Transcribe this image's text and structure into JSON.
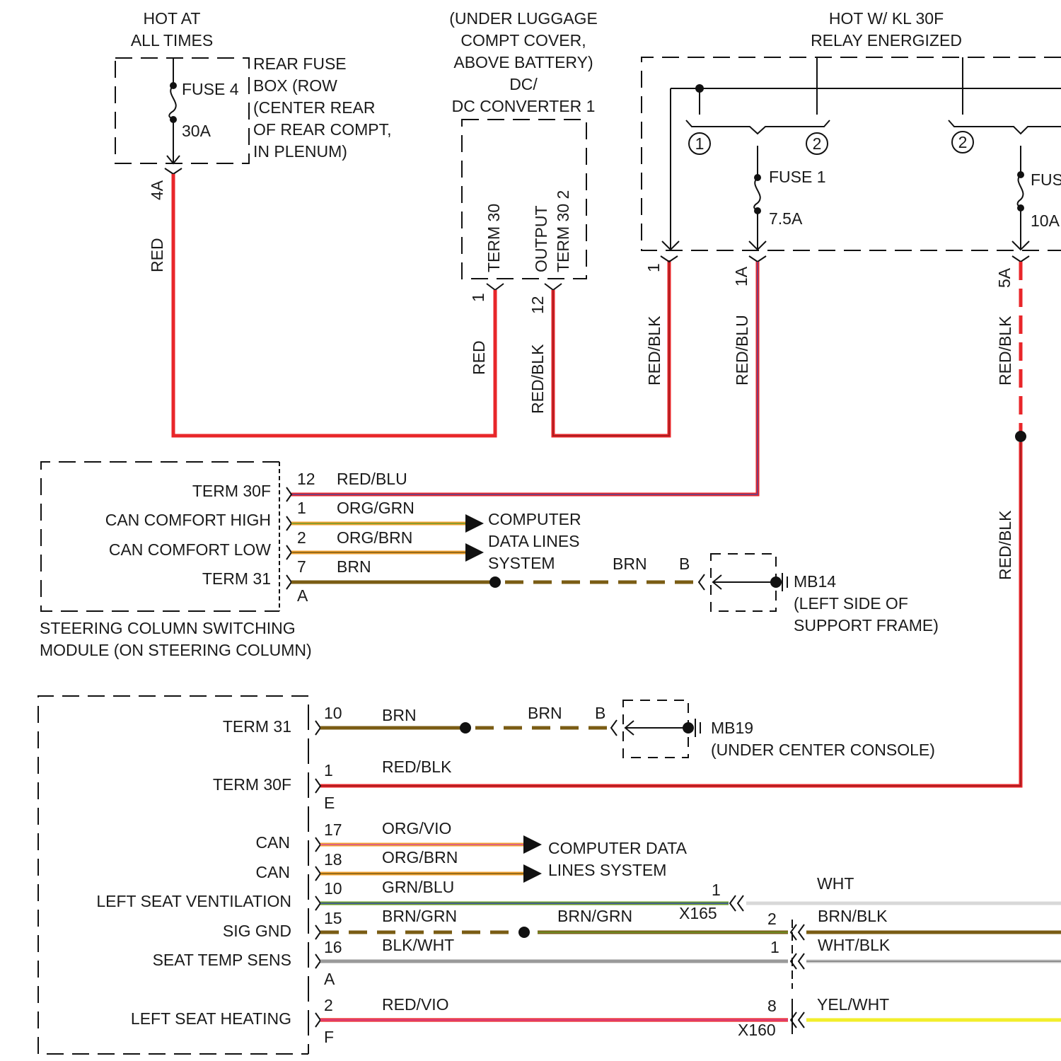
{
  "top": {
    "hot_at_all_times": [
      "HOT AT",
      "ALL TIMES"
    ],
    "rear_fuse_box": [
      "REAR FUSE",
      "BOX (ROW",
      "(CENTER REAR",
      "OF REAR COMPT,",
      "IN PLENUM)"
    ],
    "fuse4": {
      "name": "FUSE 4",
      "rating": "30A"
    },
    "pin_4a": "4A",
    "wire_red_1": "RED",
    "dcdc_location": [
      "(UNDER LUGGAGE",
      "COMPT COVER,",
      "ABOVE BATTERY)"
    ],
    "dcdc_name": [
      "DC/",
      "DC CONVERTER 1"
    ],
    "dcdc_term30": "TERM 30",
    "dcdc_output": [
      "OUTPUT",
      "TERM 30 2"
    ],
    "dcdc_pin1": "1",
    "dcdc_pin12": "12",
    "wire_red_2": "RED",
    "wire_redblk_dcdc": "RED/BLK",
    "relay_title": [
      "HOT W/ KL 30F",
      "RELAY ENERGIZED"
    ],
    "circle1": "1",
    "circle2a": "2",
    "circle2b": "2",
    "fuse1": {
      "name": "FUSE 1",
      "rating": "7.5A"
    },
    "fuse_right": {
      "name": "FUS",
      "rating": "10A"
    },
    "pin_1": "1",
    "pin_1a": "1A",
    "pin_5a": "5A",
    "wire_redblk_1": "RED/BLK",
    "wire_redblu": "RED/BLU",
    "wire_redblk_5a": "RED/BLK",
    "wire_redblk_vert": "RED/BLK"
  },
  "scm": {
    "title": [
      "STEERING COLUMN SWITCHING",
      "MODULE (ON STEERING COLUMN)"
    ],
    "rows": [
      {
        "label": "TERM 30F",
        "pin": "12",
        "wire": "RED/BLU"
      },
      {
        "label": "CAN COMFORT HIGH",
        "pin": "1",
        "wire": "ORG/GRN"
      },
      {
        "label": "CAN COMFORT LOW",
        "pin": "2",
        "wire": "ORG/BRN"
      },
      {
        "label": "TERM 31",
        "pin": "7",
        "wire": "BRN"
      }
    ],
    "connector": "A",
    "data_lines": [
      "COMPUTER",
      "DATA LINES",
      "SYSTEM"
    ],
    "ground_wire": "BRN",
    "ground_pin": "B",
    "ground_name": "MB14",
    "ground_location": [
      "(LEFT SIDE OF",
      "SUPPORT FRAME)"
    ]
  },
  "seat": {
    "rows": [
      {
        "label": "TERM 31",
        "pin": "10",
        "wire": "BRN"
      },
      {
        "label": "TERM 30F",
        "pin": "1",
        "wire": "RED/BLK"
      },
      {
        "label": "CAN",
        "pin": "17",
        "wire": "ORG/VIO"
      },
      {
        "label": "CAN",
        "pin": "18",
        "wire": "ORG/BRN"
      },
      {
        "label": "LEFT SEAT VENTILATION",
        "pin": "10",
        "wire": "GRN/BLU"
      },
      {
        "label": "SIG GND",
        "pin": "15",
        "wire": "BRN/GRN"
      },
      {
        "label": "SEAT TEMP SENS",
        "pin": "16",
        "wire": "BLK/WHT"
      },
      {
        "label": "LEFT SEAT HEATING",
        "pin": "2",
        "wire": "RED/VIO"
      }
    ],
    "conn_e": "E",
    "conn_a": "A",
    "conn_f": "F",
    "ground_wire": "BRN",
    "ground_pin": "B",
    "ground_name": "MB19",
    "ground_location": "(UNDER CENTER CONSOLE)",
    "data_lines": [
      "COMPUTER DATA",
      "LINES SYSTEM"
    ],
    "sig_gnd_wire2": "BRN/GRN",
    "x165": {
      "name": "X165",
      "pin": "1",
      "wire": "WHT"
    },
    "x160": {
      "name": "X160"
    },
    "right_pins": [
      {
        "pin": "2",
        "wire": "BRN/BLK"
      },
      {
        "pin": "1",
        "wire": "WHT/BLK"
      },
      {
        "pin": "8",
        "wire": "YEL/WHT"
      }
    ]
  },
  "colors": {
    "red": "#e8262a",
    "red_blk_dark": "#8b1a1a",
    "brown": "#7a5c14",
    "orange": "#f0a030",
    "green": "#6a9a2a",
    "blue": "#3a4fb0",
    "violet": "#d94fa0",
    "yellow": "#f2ee2a",
    "gray": "#9a9a9a"
  }
}
